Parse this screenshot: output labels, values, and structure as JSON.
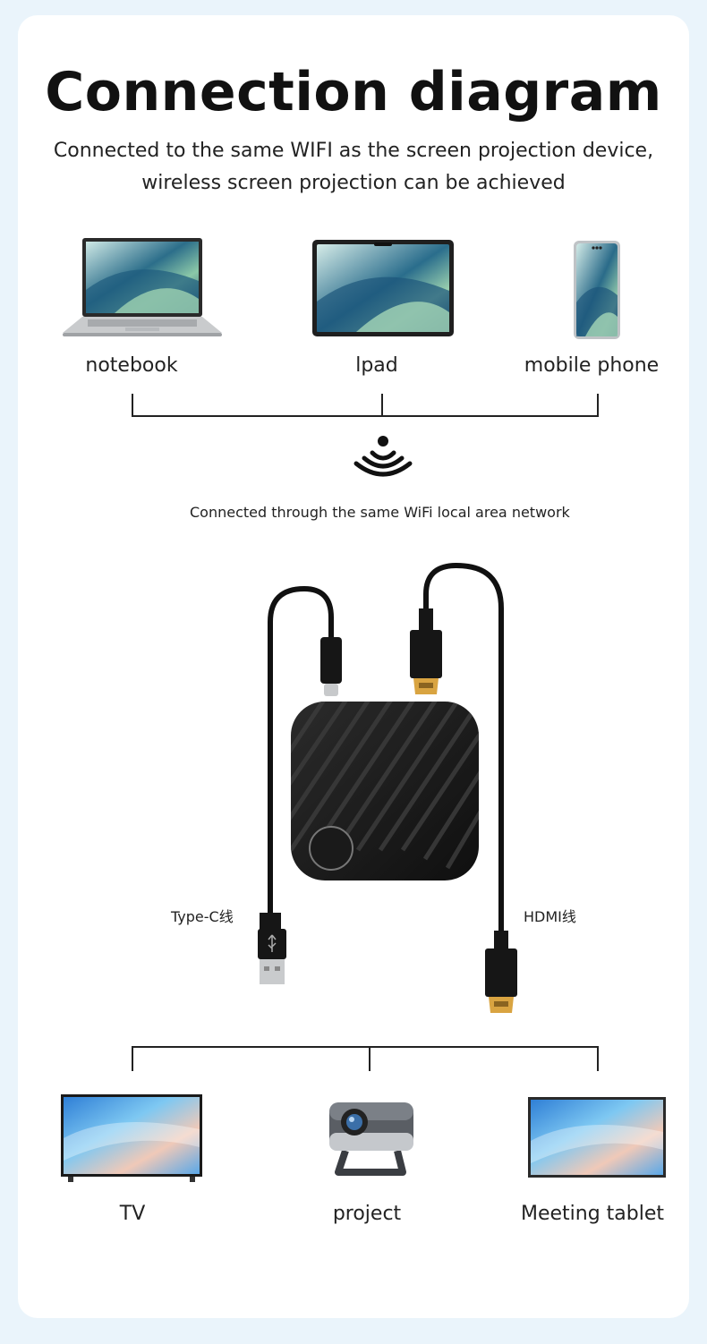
{
  "page": {
    "title": "Connection diagram",
    "subtitle_line1": "Connected to the same WIFI as the screen projection device,",
    "subtitle_line2": "wireless screen projection can be achieved"
  },
  "sources": [
    {
      "label": "notebook",
      "icon": "laptop-icon"
    },
    {
      "label": "lpad",
      "icon": "tablet-icon"
    },
    {
      "label": "mobile phone",
      "icon": "smartphone-icon"
    }
  ],
  "network": {
    "icon": "wifi-signal-icon",
    "caption": "Connected through the same WiFi local area network"
  },
  "device": {
    "cable_left_label": "Type-C线",
    "cable_right_label": "HDMI线"
  },
  "outputs": [
    {
      "label": "TV",
      "icon": "tv-icon"
    },
    {
      "label": "project",
      "icon": "projector-icon"
    },
    {
      "label": "Meeting tablet",
      "icon": "meeting-tablet-icon"
    }
  ],
  "colors": {
    "page_background": "#eaf4fb",
    "card_background": "#ffffff",
    "device_body": "#1a1a1a",
    "connector_gold": "#d9a441"
  }
}
